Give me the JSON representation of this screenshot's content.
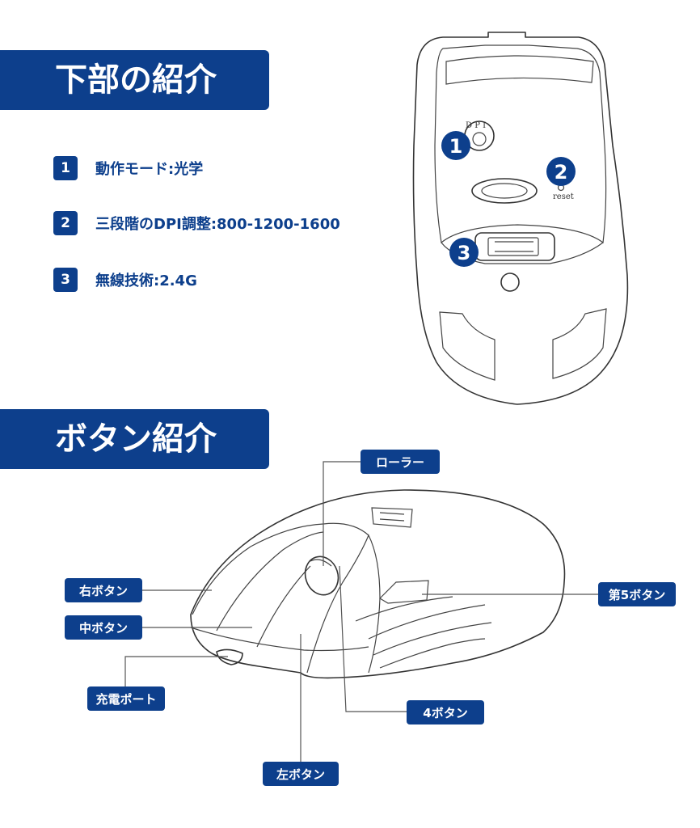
{
  "sections": {
    "bottom_title": "下部の紹介",
    "buttons_title": "ボタン紹介"
  },
  "specs": [
    {
      "num": "1",
      "text": "動作モード:光学"
    },
    {
      "num": "2",
      "text": "三段階のDPI調整:800-1200-1600"
    },
    {
      "num": "3",
      "text": "無線技術:2.4G"
    }
  ],
  "bottom_diagram": {
    "badges": [
      "1",
      "2",
      "3"
    ],
    "dpi_switch_text": "D P I",
    "reset_text": "reset"
  },
  "button_labels": {
    "roller": "ローラー",
    "right": "右ボタン",
    "middle": "中ボタン",
    "charge_port": "充電ポート",
    "fifth": "第5ボタン",
    "fourth": "4ボタン",
    "left": "左ボタン"
  },
  "colors": {
    "accent": "#0d3f8c",
    "text_on_accent": "#ffffff",
    "drawing": "#333333"
  }
}
